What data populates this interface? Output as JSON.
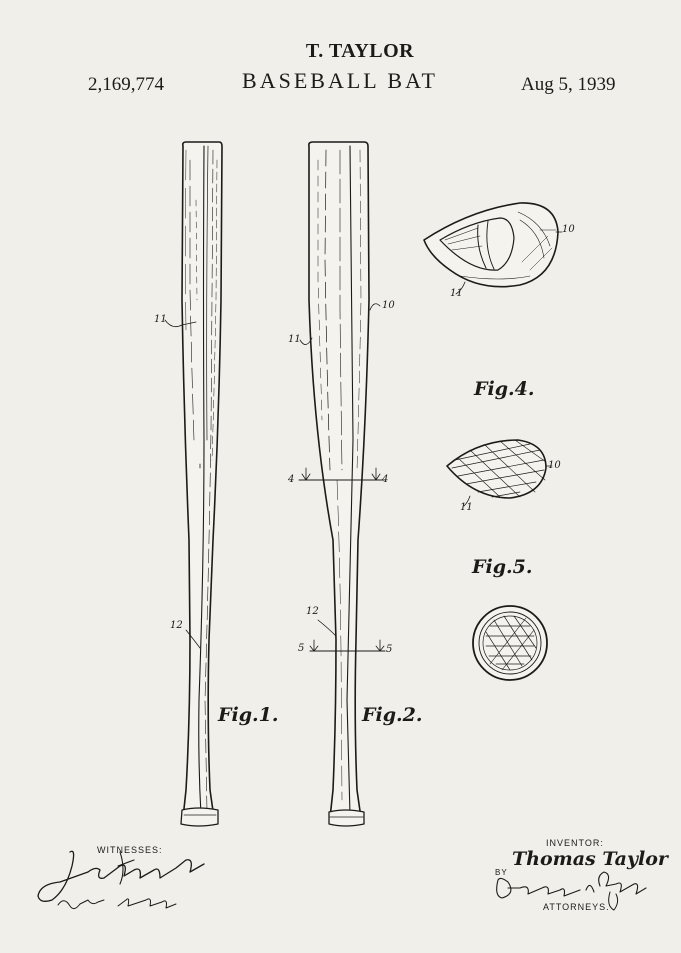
{
  "header": {
    "inventor": "T. TAYLOR",
    "title": "BASEBALL BAT",
    "patent_number": "2,169,774",
    "date": "Aug 5, 1939"
  },
  "figures": {
    "fig1": "Fig.1.",
    "fig2": "Fig.2.",
    "fig4": "Fig.4.",
    "fig5": "Fig.5."
  },
  "refs": {
    "r11": "11",
    "r10": "10",
    "r12": "12",
    "r4": "4",
    "r5": "5"
  },
  "footer": {
    "witnesses_label": "WITNESSES:",
    "inventor_label": "INVENTOR:",
    "inventor_signature": "Thomas Taylor",
    "by_label": "BY",
    "attorneys_label": "ATTORNEYS."
  },
  "colors": {
    "paper": "#f1efea",
    "ink": "#1d1b18"
  }
}
